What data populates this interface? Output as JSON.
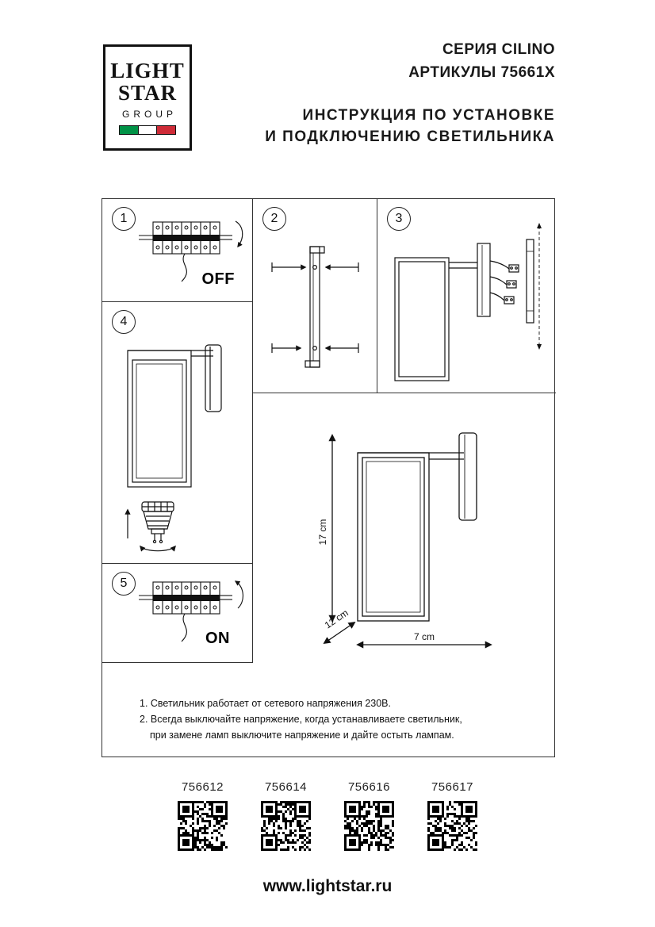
{
  "logo": {
    "line1": "LIGHT",
    "line2": "STAR",
    "group": "GROUP",
    "flag": {
      "green": "#009246",
      "white": "#ffffff",
      "red": "#ce2b37"
    }
  },
  "header": {
    "series": "СЕРИЯ CILINO",
    "articles": "АРТИКУЛЫ 75661X",
    "instruction_line1": "ИНСТРУКЦИЯ ПО УСТАНОВКЕ",
    "instruction_line2": "И ПОДКЛЮЧЕНИЮ СВЕТИЛЬНИКА"
  },
  "steps": [
    {
      "number": "1",
      "label": "OFF"
    },
    {
      "number": "2",
      "label": ""
    },
    {
      "number": "3",
      "label": ""
    },
    {
      "number": "4",
      "label": ""
    },
    {
      "number": "5",
      "label": "ON"
    }
  ],
  "dimensions": {
    "height": "17 cm",
    "depth": "12 cm",
    "width": "7 cm"
  },
  "notes": {
    "line1": "1. Светильник работает от сетевого напряжения 230В.",
    "line2": "2. Всегда выключайте напряжение, когда устанавливаете светильник,",
    "line3": "при замене ламп выключите напряжение и дайте остыть лампам."
  },
  "qr_codes": [
    {
      "code": "756612"
    },
    {
      "code": "756614"
    },
    {
      "code": "756616"
    },
    {
      "code": "756617"
    }
  ],
  "footer": {
    "website": "www.lightstar.ru"
  }
}
